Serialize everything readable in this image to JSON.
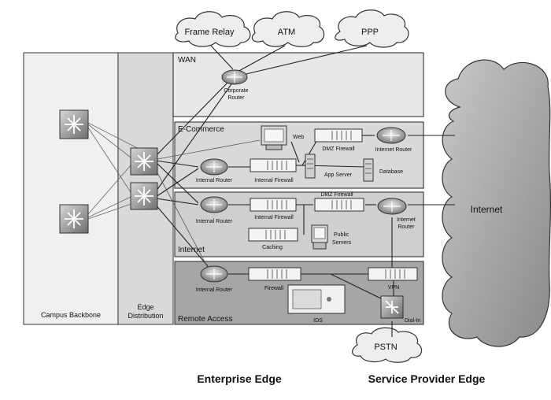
{
  "clouds": {
    "frame_relay": "Frame Relay",
    "atm": "ATM",
    "ppp": "PPP",
    "internet": "Internet",
    "pstn": "PSTN"
  },
  "zones": {
    "campus_backbone": "Campus Backbone",
    "edge_distribution": "Edge Distribution",
    "wan": "WAN",
    "ecommerce": "E-Commerce",
    "internet": "Internet",
    "remote_access": "Remote Access"
  },
  "devices": {
    "corporate_router": [
      "Corporate",
      "Router"
    ],
    "web": "Web",
    "dmz_firewall_ec": "DMZ Firewall",
    "internet_router_ec": "Internet Router",
    "internal_router_ec": "Internal Router",
    "internal_firewall_ec": "Internal Firewall",
    "app_server": "App Server",
    "database": "Database",
    "internal_router_inet": "Internal Router",
    "internal_firewall_inet": "Internal Firewall",
    "dmz_firewall_inet": "DMZ Firewall",
    "internet_router_inet": [
      "Internet",
      "Router"
    ],
    "caching": "Caching",
    "public_servers": [
      "Public",
      "Servers"
    ],
    "internal_router_ra": "Internal Router",
    "firewall_ra": "Firewall",
    "vpn": "VPN",
    "ids": "IDS",
    "dial_in": "Dial-In",
    "edge_distribution_label": [
      "Edge",
      "Distribution"
    ]
  },
  "footer": {
    "enterprise_edge": "Enterprise Edge",
    "service_provider_edge": "Service Provider Edge"
  }
}
